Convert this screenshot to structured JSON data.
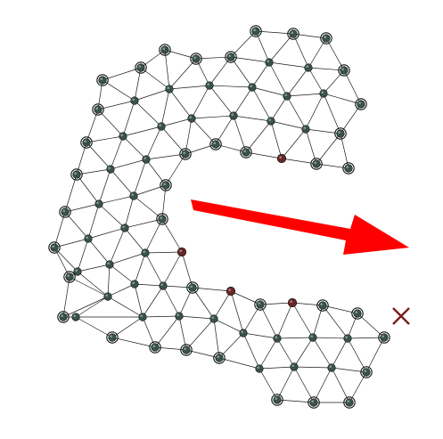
{
  "diagram": {
    "type": "triangular-mesh",
    "colors": {
      "background": "#ffffff",
      "edge": "#1a1a1a",
      "node": "#39534a",
      "node_highlight": "#6a2626",
      "arrow": "#ff0000",
      "target_marker": "#7a1f1f"
    },
    "arrow": {
      "direction": "right",
      "icon": "red-arrow-icon"
    },
    "target_marker": {
      "icon": "x-mark-icon"
    },
    "highlighted_node_count": 4
  }
}
